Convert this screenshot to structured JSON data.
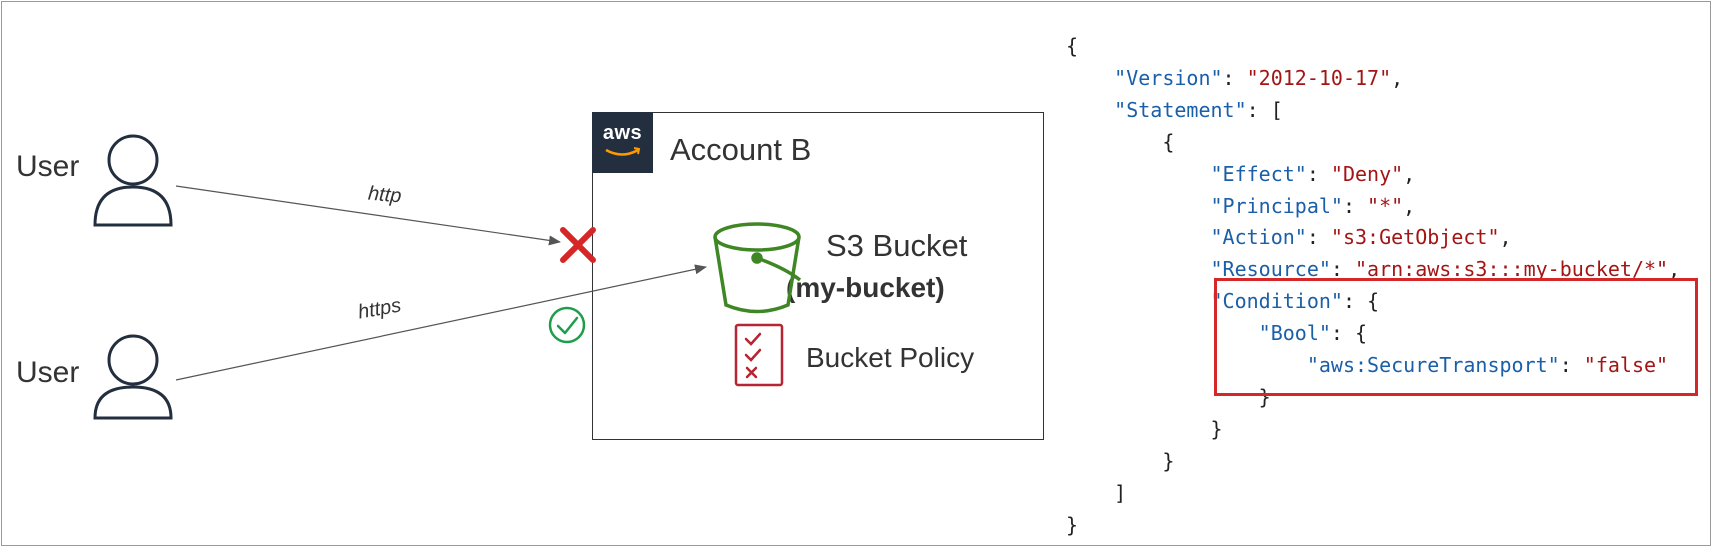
{
  "users": [
    {
      "label": "User"
    },
    {
      "label": "User"
    }
  ],
  "account": {
    "title": "Account B",
    "logo_text": "aws"
  },
  "bucket": {
    "name": "S3 Bucket",
    "id": "(my-bucket)"
  },
  "policy": {
    "label": "Bucket Policy"
  },
  "arrows": {
    "http_label": "http",
    "https_label": "https"
  },
  "status_icons": {
    "denied": "x-icon",
    "allowed": "check-circle-icon"
  },
  "colors": {
    "deny": "#d62728",
    "allow": "#1e9e4a",
    "bucket": "#3f8624",
    "policy": "#b52532",
    "json_key": "#1a5fa8",
    "json_string": "#a31515",
    "aws_logo_bg": "#232f3e"
  },
  "policy_json": {
    "open_brace": "{",
    "version_key": "\"Version\"",
    "version_val": "\"2012-10-17\"",
    "statement_key": "\"Statement\"",
    "statement_open": "[",
    "stmt_open": "{",
    "effect_key": "\"Effect\"",
    "effect_val": "\"Deny\"",
    "principal_key": "\"Principal\"",
    "principal_val": "\"*\"",
    "action_key": "\"Action\"",
    "action_val": "\"s3:GetObject\"",
    "resource_key": "\"Resource\"",
    "resource_val": "\"arn:aws:s3:::my-bucket/*\"",
    "condition_key": "\"Condition\"",
    "condition_open": "{",
    "bool_key": "\"Bool\"",
    "bool_open": "{",
    "secure_key": "\"aws:SecureTransport\"",
    "secure_val": "\"false\"",
    "bool_close": "}",
    "condition_close": "}",
    "stmt_close": "}",
    "statement_close": "]",
    "close_brace": "}"
  }
}
